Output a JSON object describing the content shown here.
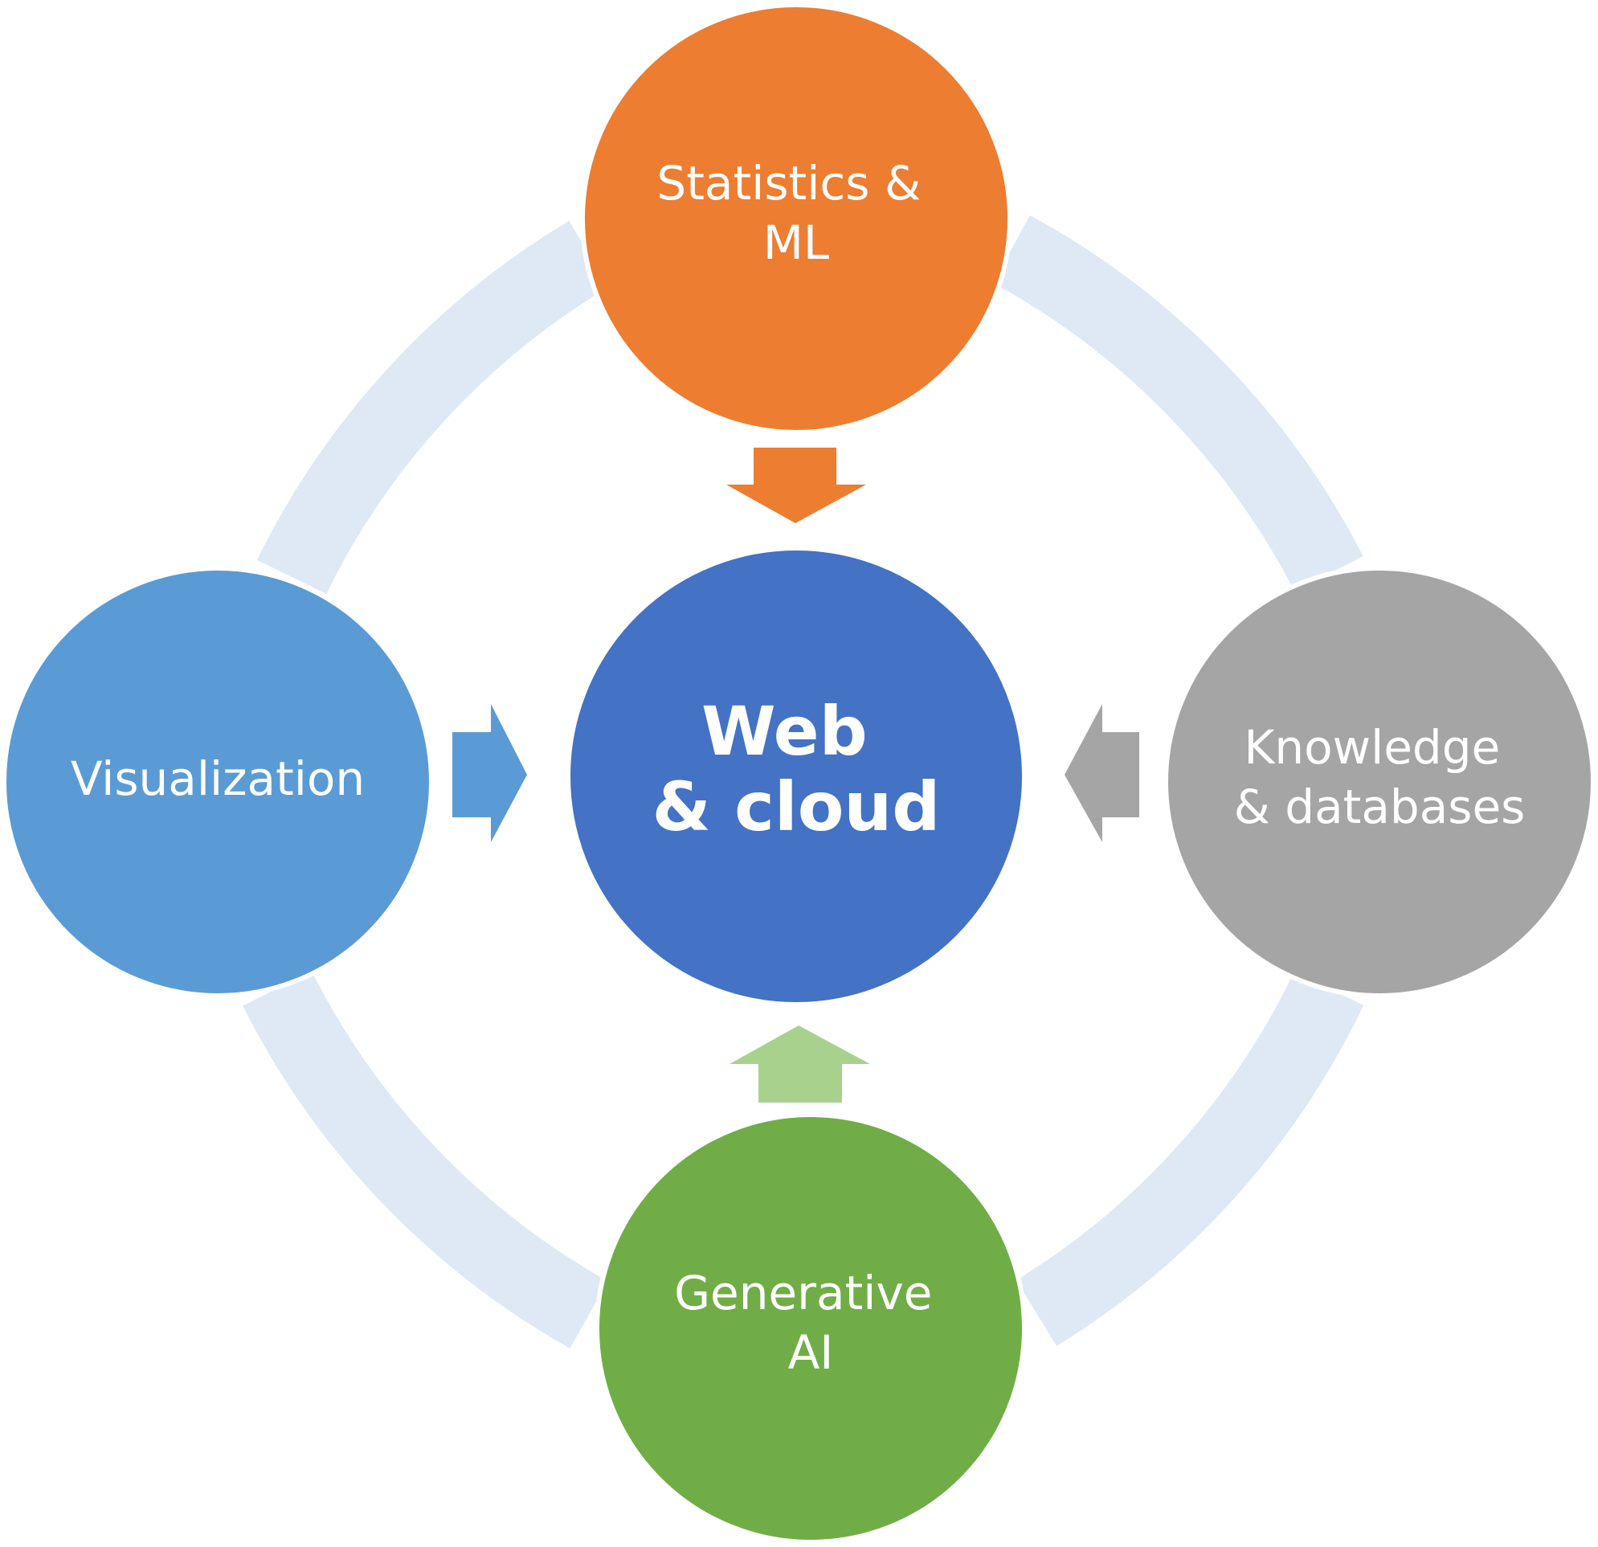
{
  "colors": {
    "background": "#ffffff",
    "cycle_ring": "#dee9f5",
    "center_node": "#4472c4",
    "top_node": "#ed7d31",
    "left_node": "#5b9bd5",
    "right_node": "#a5a5a5",
    "bottom_node": "#70ad47",
    "bottom_arrow": "#a9d18e",
    "text": "#ffffff"
  },
  "center": {
    "lines": [
      "Web",
      "& cloud"
    ],
    "color": "#4472c4"
  },
  "nodes": {
    "top": {
      "lines": [
        "Statistics &",
        "ML"
      ],
      "color": "#ed7d31",
      "arrow_color": "#ed7d31"
    },
    "left": {
      "lines": [
        "Visualization"
      ],
      "color": "#5b9bd5",
      "arrow_color": "#5b9bd5"
    },
    "right": {
      "lines": [
        "Knowledge",
        "& databases"
      ],
      "color": "#a5a5a5",
      "arrow_color": "#a5a5a5"
    },
    "bottom": {
      "lines": [
        "Generative",
        "AI"
      ],
      "color": "#70ad47",
      "arrow_color": "#a9d18e"
    }
  }
}
